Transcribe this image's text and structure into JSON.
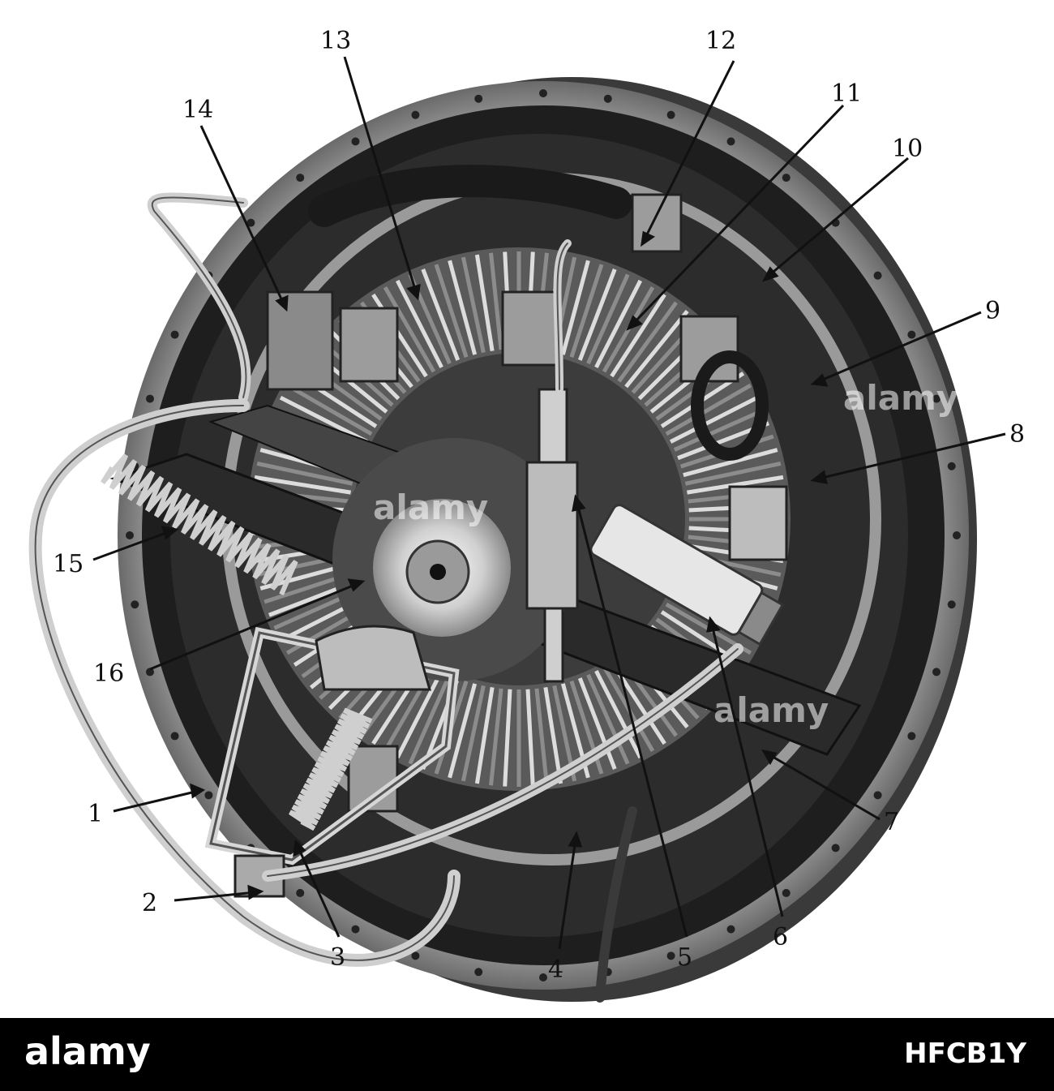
{
  "figure": {
    "callouts": [
      {
        "label": "1"
      },
      {
        "label": "2"
      },
      {
        "label": "3"
      },
      {
        "label": "4"
      },
      {
        "label": "5"
      },
      {
        "label": "6"
      },
      {
        "label": "7"
      },
      {
        "label": "8"
      },
      {
        "label": "9"
      },
      {
        "label": "10"
      },
      {
        "label": "11"
      },
      {
        "label": "12"
      },
      {
        "label": "13"
      },
      {
        "label": "14"
      },
      {
        "label": "15"
      },
      {
        "label": "16"
      }
    ]
  },
  "watermark": {
    "text": "alamy"
  },
  "footer": {
    "logo_text": "alamy",
    "image_id": "HFCB1Y"
  },
  "colors": {
    "background": "#ffffff",
    "footer": "#000000",
    "metal_dark": "#2a2a2a",
    "metal_mid": "#7a7a7a",
    "metal_light": "#d6d6d6"
  }
}
